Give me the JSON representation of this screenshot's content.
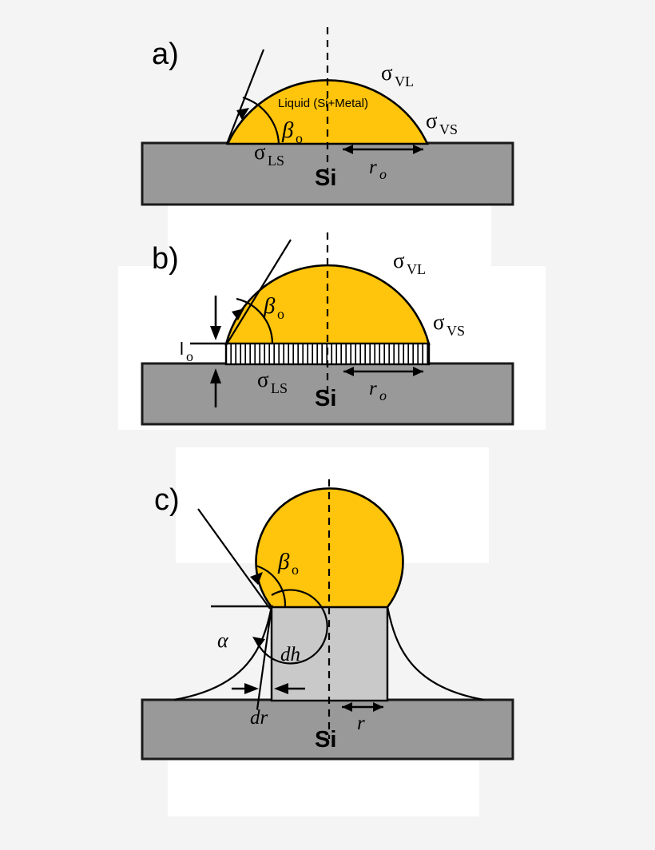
{
  "figure": {
    "background_color": "#f4f4f4",
    "white_panel_color": "#ffffff",
    "substrate_color": "#999999",
    "liquid_color": "#FFC40C",
    "pillar_color": "#c9c9c9",
    "outline_color": "#000000"
  },
  "panels": [
    {
      "id": "a",
      "letter": "a)",
      "substrate_label": "Si",
      "liquid_label": "Liquid (Si+Metal)",
      "labels": {
        "sigma_vl": {
          "sigma": "σ",
          "sub": "VL"
        },
        "sigma_vs": {
          "sigma": "σ",
          "sub": "VS"
        },
        "sigma_ls": {
          "sigma": "σ",
          "sub": "LS"
        },
        "beta": {
          "symbol": "β",
          "sub": "o"
        },
        "radius": {
          "symbol": "r",
          "sub": "o"
        }
      }
    },
    {
      "id": "b",
      "letter": "b)",
      "substrate_label": "Si",
      "labels": {
        "sigma_vl": {
          "sigma": "σ",
          "sub": "VL"
        },
        "sigma_vs": {
          "sigma": "σ",
          "sub": "VS"
        },
        "sigma_ls": {
          "sigma": "σ",
          "sub": "LS"
        },
        "beta": {
          "symbol": "β",
          "sub": "o"
        },
        "radius": {
          "symbol": "r",
          "sub": "o"
        },
        "thickness": {
          "symbol": "l",
          "sub": "o"
        }
      }
    },
    {
      "id": "c",
      "letter": "c)",
      "substrate_label": "Si",
      "labels": {
        "beta": {
          "symbol": "β",
          "sub": "o"
        },
        "alpha": {
          "symbol": "α"
        },
        "dh": {
          "symbol": "dh"
        },
        "dr": {
          "symbol": "dr"
        },
        "radius": {
          "symbol": "r"
        }
      }
    }
  ]
}
